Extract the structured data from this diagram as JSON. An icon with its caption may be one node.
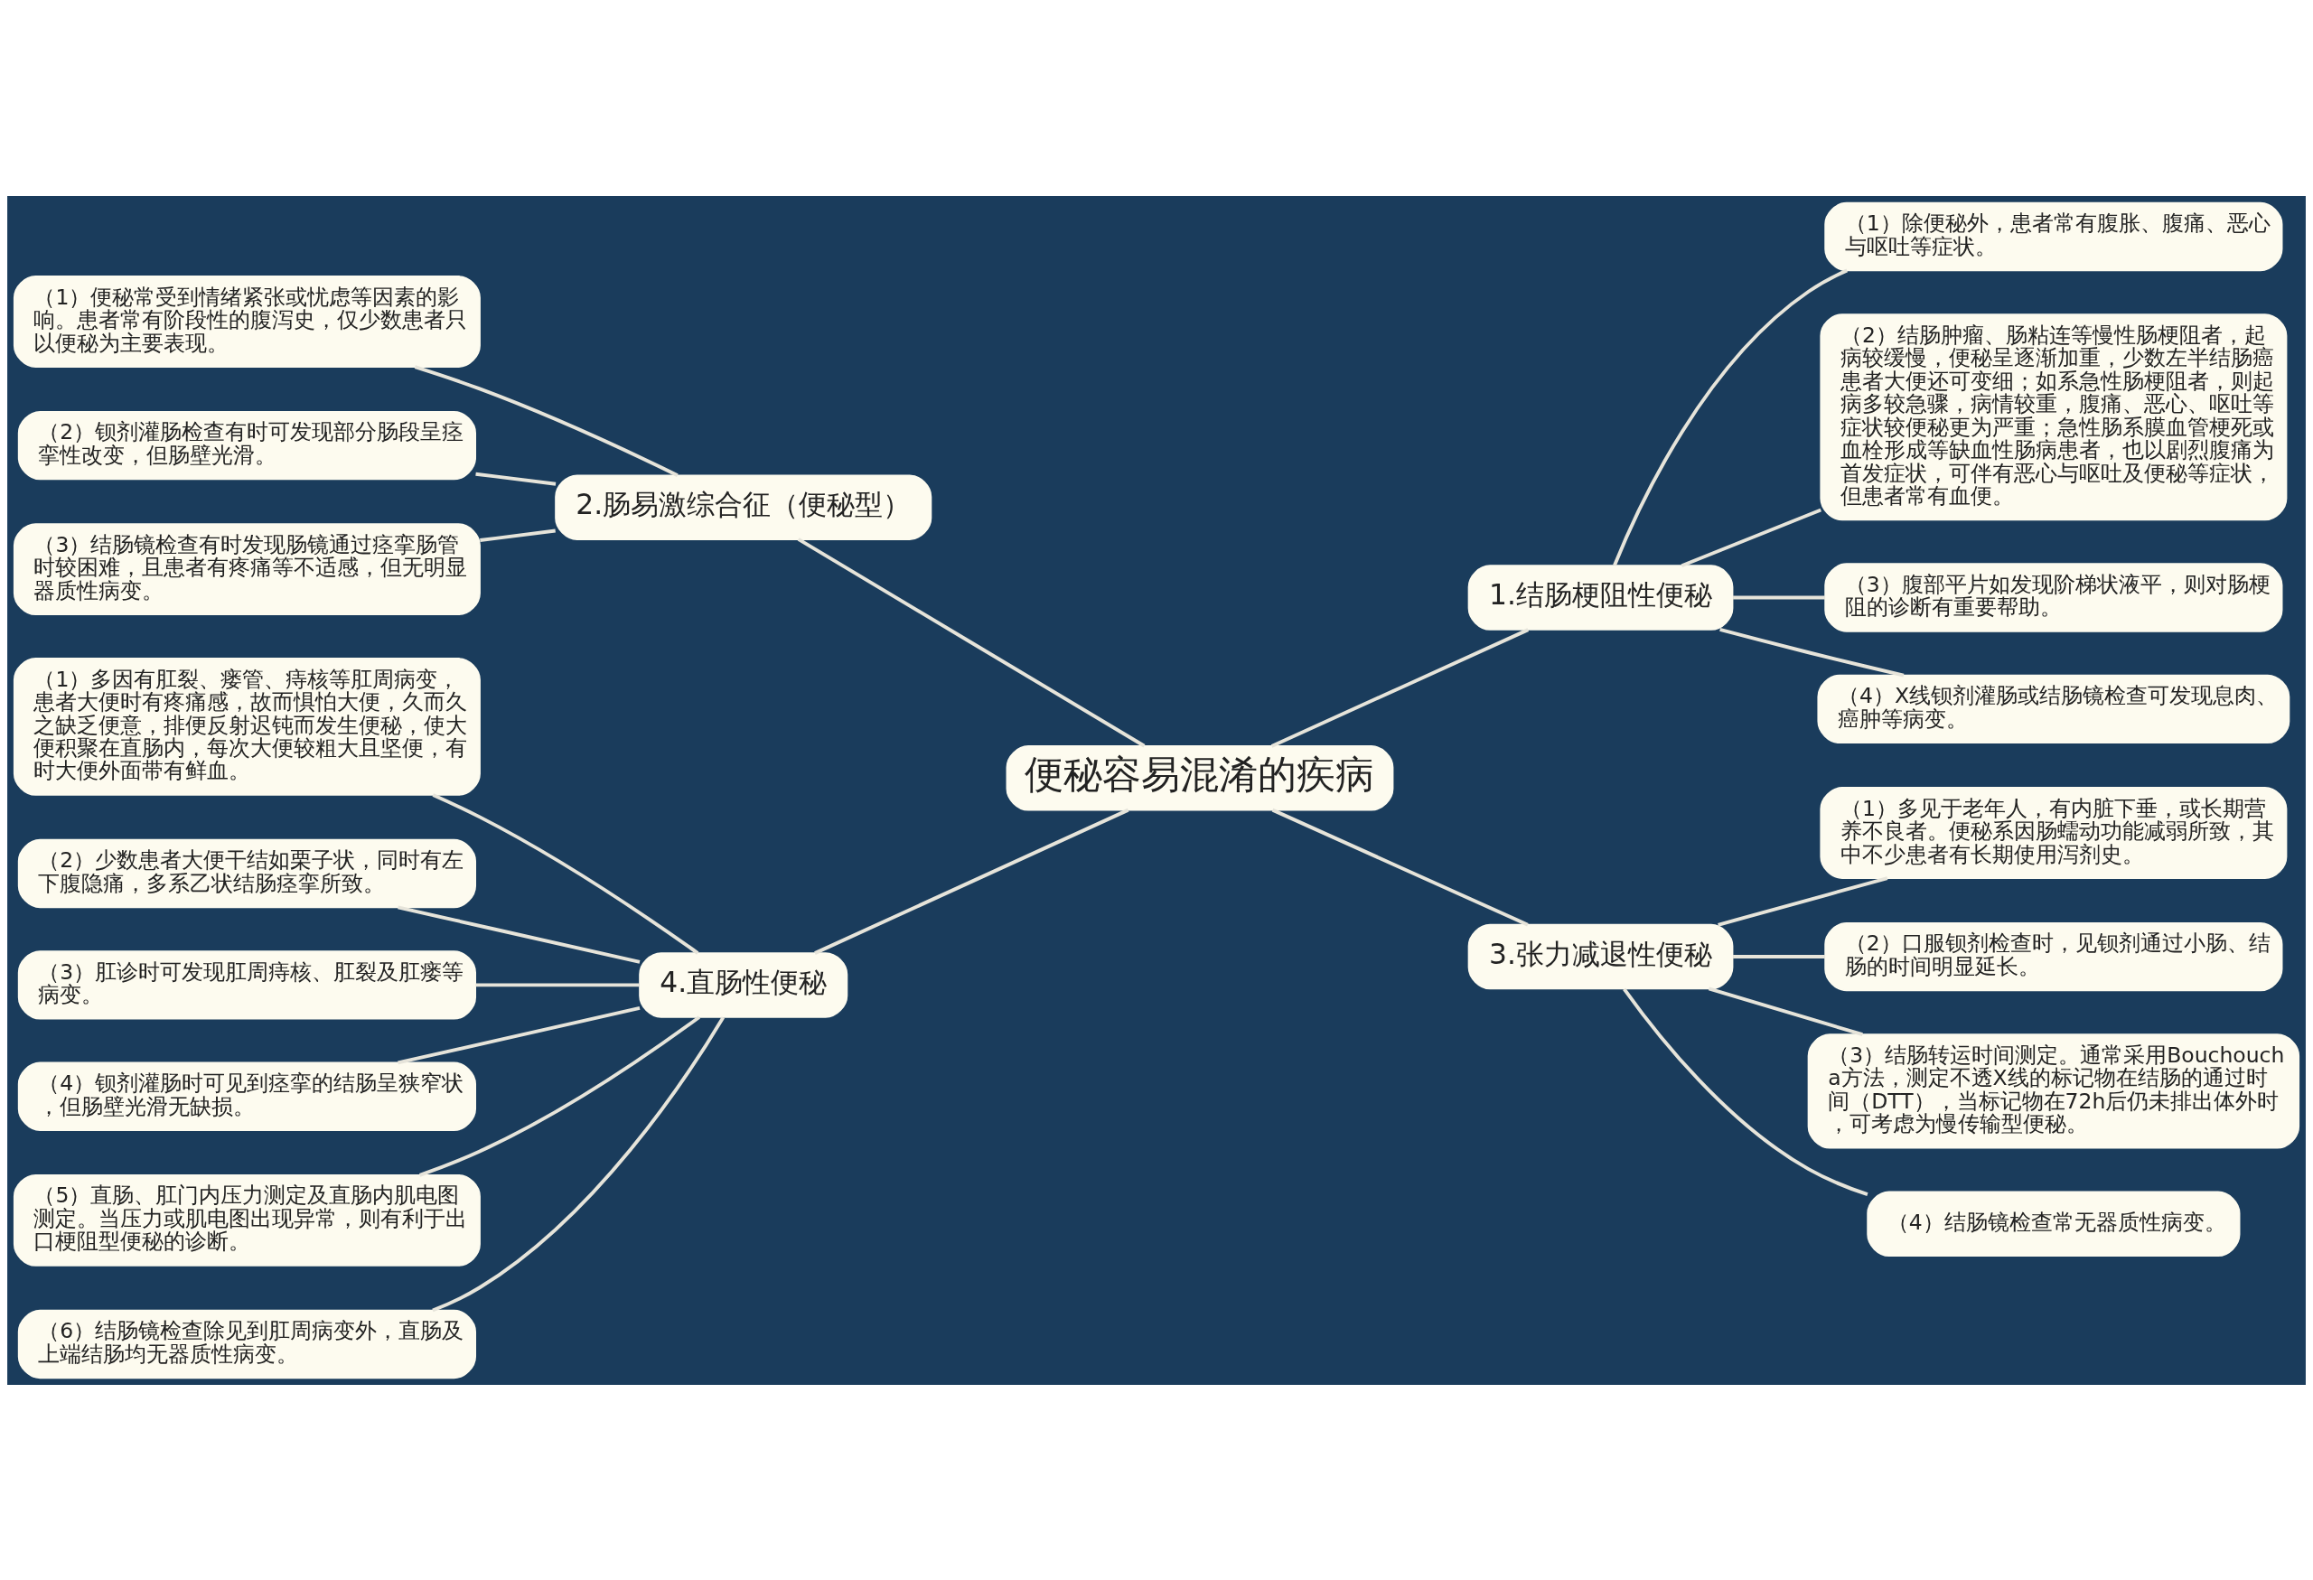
{
  "diagram": {
    "nodes": [
      {
        "text": [
          "便秘容易混淆的疾病"
        ]
      },
      {
        "text": [
          "1.结肠梗阻性便秘"
        ]
      },
      {
        "text": [
          "（1）除便秘外，患者常有腹胀、腹痛、恶心与呕吐等症状。"
        ]
      },
      {
        "text": [
          "（2）结肠肿瘤、肠粘连等慢性肠梗阻者，起病较缓慢，便秘呈逐渐加重，少数左半结肠癌患者大便还可变细；如系急性肠梗阻者，则起病多较急骤，病情较重，腹痛、恶心、呕吐等症状较便秘更为严重；急性肠系膜血管梗死或血栓形成等缺血性肠病患者，也以剧烈腹痛为首发症状，可伴有恶心与呕吐及便秘等症状，但患者常有血便。"
        ]
      },
      {
        "text": [
          "（3）腹部平片如发现阶梯状液平，则对肠梗阻的诊断有重要帮助。"
        ]
      },
      {
        "text": [
          "（4）X线钡剂灌肠或结肠镜检查可发现息肉、癌肿等病变。"
        ]
      },
      {
        "text": [
          "2.肠易激综合征（便秘型）"
        ]
      },
      {
        "text": [
          "（1）便秘常受到情绪紧张或忧虑等因素的影响。患者常有阶段性的腹泻史，仅少数患者只以便秘为主要表现。"
        ]
      },
      {
        "text": [
          "（2）钡剂灌肠检查有时可发现部分肠段呈痉挛性改变，但肠壁光滑。"
        ]
      },
      {
        "text": [
          "（3）结肠镜检查有时发现肠镜通过痉挛肠管时较困难，且患者有疼痛等不适感，但无明显器质性病变。"
        ]
      },
      {
        "text": [
          "3.张力减退性便秘"
        ]
      },
      {
        "text": [
          "（1）多见于老年人，有内脏下垂，或长期营养不良者。便秘系因肠蠕动功能减弱所致，其中不少患者有长期使用泻剂史。"
        ]
      },
      {
        "text": [
          "（2）口服钡剂检查时，见钡剂通过小肠、结肠的时间明显延长。"
        ]
      },
      {
        "text": [
          "（3）结肠转运时间测定。通常采用Bouchoucha方法，测定不透X线的标记物在结肠的通过时间（DTT），当标记物在72h后仍未排出体外时，可考虑为慢传输型便秘。"
        ]
      },
      {
        "text": [
          "（4）结肠镜检查常无器质性病变。"
        ]
      },
      {
        "text": [
          "4.直肠性便秘"
        ]
      },
      {
        "text": [
          "（1）多因有肛裂、瘘管、痔核等肛周病变，患者大便时有疼痛感，故而惧怕大便，久而久之缺乏便意，排便反射迟钝而发生便秘，使大便积聚在直肠内，每次大便较粗大且坚便，有时大便外面带有鲜血。"
        ]
      },
      {
        "text": [
          "（2）少数患者大便干结如栗子状，同时有左下腹隐痛，多系乙状结肠痉挛所致。"
        ]
      },
      {
        "text": [
          "（3）肛诊时可发现肛周痔核、肛裂及肛瘘等病变。"
        ]
      },
      {
        "text": [
          "（4）钡剂灌肠时可见到痉挛的结肠呈狭窄状，但肠壁光滑无缺损。"
        ]
      },
      {
        "text": [
          "（5）直肠、肛门内压力测定及直肠内肌电图测定。当压力或肌电图出现异常，则有利于出口梗阻型便秘的诊断。"
        ]
      },
      {
        "text": [
          "（6）结肠镜检查除见到肛周病变外，直肠及上端结肠均无器质性病变。"
        ]
      }
    ],
    "edges": [
      {
        "from": 0,
        "to": 1,
        "arrow": "none"
      },
      {
        "from": 1,
        "to": 2,
        "arrow": "none"
      },
      {
        "from": 1,
        "to": 3,
        "arrow": "none"
      },
      {
        "from": 1,
        "to": 4,
        "arrow": "none"
      },
      {
        "from": 1,
        "to": 5,
        "arrow": "none"
      },
      {
        "from": 0,
        "to": 6,
        "arrow": "none"
      },
      {
        "from": 6,
        "to": 7,
        "arrow": "none"
      },
      {
        "from": 6,
        "to": 8,
        "arrow": "none"
      },
      {
        "from": 6,
        "to": 9,
        "arrow": "none"
      },
      {
        "from": 0,
        "to": 10,
        "arrow": "none"
      },
      {
        "from": 10,
        "to": 11,
        "arrow": "none"
      },
      {
        "from": 10,
        "to": 12,
        "arrow": "none"
      },
      {
        "from": 10,
        "to": 13,
        "arrow": "none"
      },
      {
        "from": 10,
        "to": 14,
        "arrow": "none"
      },
      {
        "from": 0,
        "to": 15,
        "arrow": "none"
      },
      {
        "from": 15,
        "to": 16,
        "arrow": "none"
      },
      {
        "from": 15,
        "to": 17,
        "arrow": "none"
      },
      {
        "from": 15,
        "to": 18,
        "arrow": "none"
      },
      {
        "from": 15,
        "to": 19,
        "arrow": "none"
      },
      {
        "from": 15,
        "to": 20,
        "arrow": "none"
      },
      {
        "from": 15,
        "to": 21,
        "arrow": "none"
      }
    ]
  }
}
